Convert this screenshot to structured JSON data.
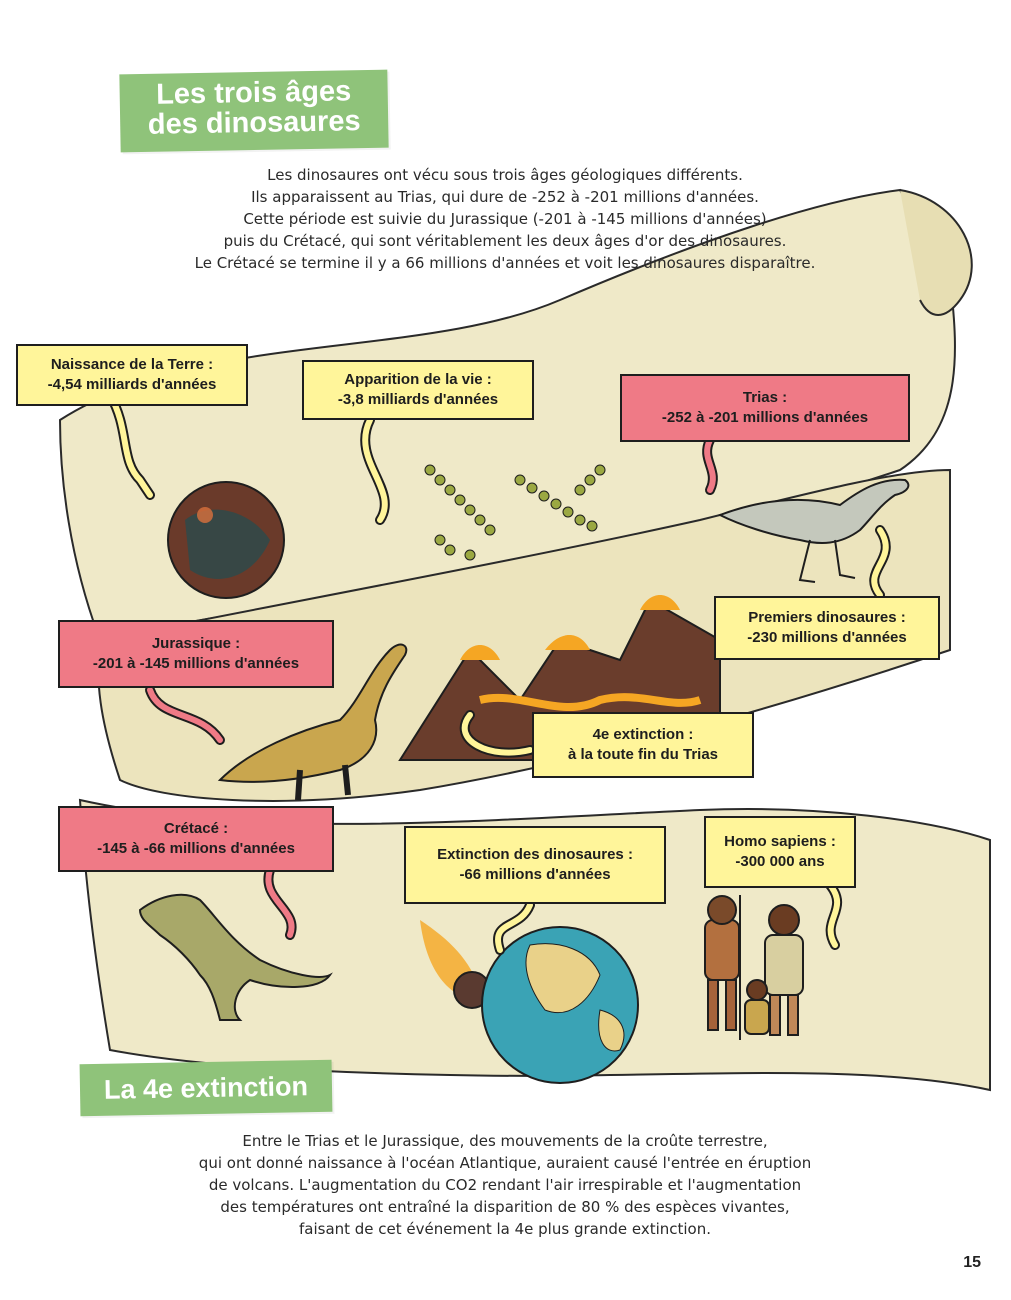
{
  "header": {
    "title_line1": "Les trois âges",
    "title_line2": "des dinosaures"
  },
  "intro": {
    "line1": "Les dinosaures ont vécu sous trois âges géologiques différents.",
    "line2": "Ils apparaissent au Trias, qui dure de -252 à -201 millions d'années.",
    "line3": "Cette période est suivie du Jurassique (-201 à -145 millions d'années)",
    "line4": "puis du Crétacé, qui sont véritablement les deux âges d'or des dinosaures.",
    "line5": "Le Crétacé se termine il y a 66 millions d'années et voit les dinosaures disparaître."
  },
  "timeline": {
    "terre": {
      "l1": "Naissance de la Terre :",
      "l2": "-4,54 milliards d'années"
    },
    "vie": {
      "l1": "Apparition de la vie :",
      "l2": "-3,8 milliards d'années"
    },
    "trias": {
      "l1": "Trias :",
      "l2": "-252 à -201 millions d'années"
    },
    "premiers": {
      "l1": "Premiers dinosaures :",
      "l2": "-230 millions d'années"
    },
    "jurassique": {
      "l1": "Jurassique :",
      "l2": "-201 à -145 millions d'années"
    },
    "extinction4": {
      "l1": "4e extinction :",
      "l2": "à la toute fin du Trias"
    },
    "cretace": {
      "l1": "Crétacé :",
      "l2": "-145 à -66 millions d'années"
    },
    "extinction_dino": {
      "l1": "Extinction des dinosaures :",
      "l2": "-66 millions d'années"
    },
    "homo": {
      "l1": "Homo sapiens :",
      "l2": "-300 000 ans"
    }
  },
  "section2": {
    "title": "La 4e extinction",
    "line1": "Entre le Trias et le Jurassique, des mouvements de la croûte terrestre,",
    "line2": "qui ont donné naissance à l'océan Atlantique, auraient causé l'entrée en éruption",
    "line3": "de volcans. L'augmentation du CO2 rendant l'air irrespirable et l'augmentation",
    "line4": "des températures ont entraîné la disparition de 80 % des espèces vivantes,",
    "line5": "faisant de cet événement la 4e plus grande extinction."
  },
  "page_number": "15",
  "colors": {
    "green_tag": "#8fc37a",
    "yellow_box": "#fff59a",
    "pink_box": "#ef7a86",
    "parchment": "#efe9c8"
  }
}
